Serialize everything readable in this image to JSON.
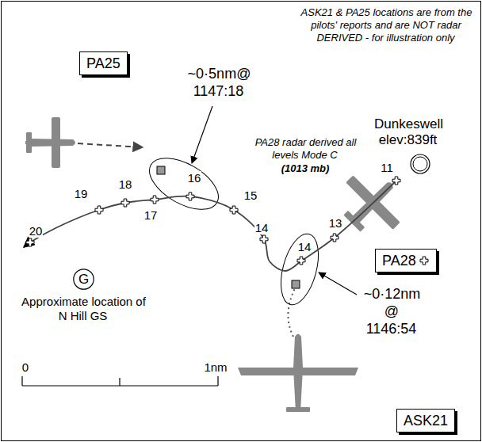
{
  "diagram": {
    "nodes": [
      {
        "text": [
          "PA25"
        ]
      },
      {
        "text": [
          "PA28"
        ]
      },
      {
        "text": [
          "G"
        ]
      },
      {
        "text": [
          "ASK21"
        ]
      }
    ],
    "labels": [
      "ASK21 & PA25 locations are from the pilots' reports and are NOT radar DERIVED - for illustration only",
      "~0·5nm@ 1147:18",
      "Dunkeswell elev:839ft",
      "PA28 radar derived all levels Mode C",
      "(1013 mb)",
      "11",
      "13",
      "14",
      "14",
      "15",
      "16",
      "17",
      "18",
      "19",
      "20",
      "Approximate location of N Hill GS",
      "0",
      "1nm",
      "~0·12nm @ 1146:54"
    ]
  }
}
